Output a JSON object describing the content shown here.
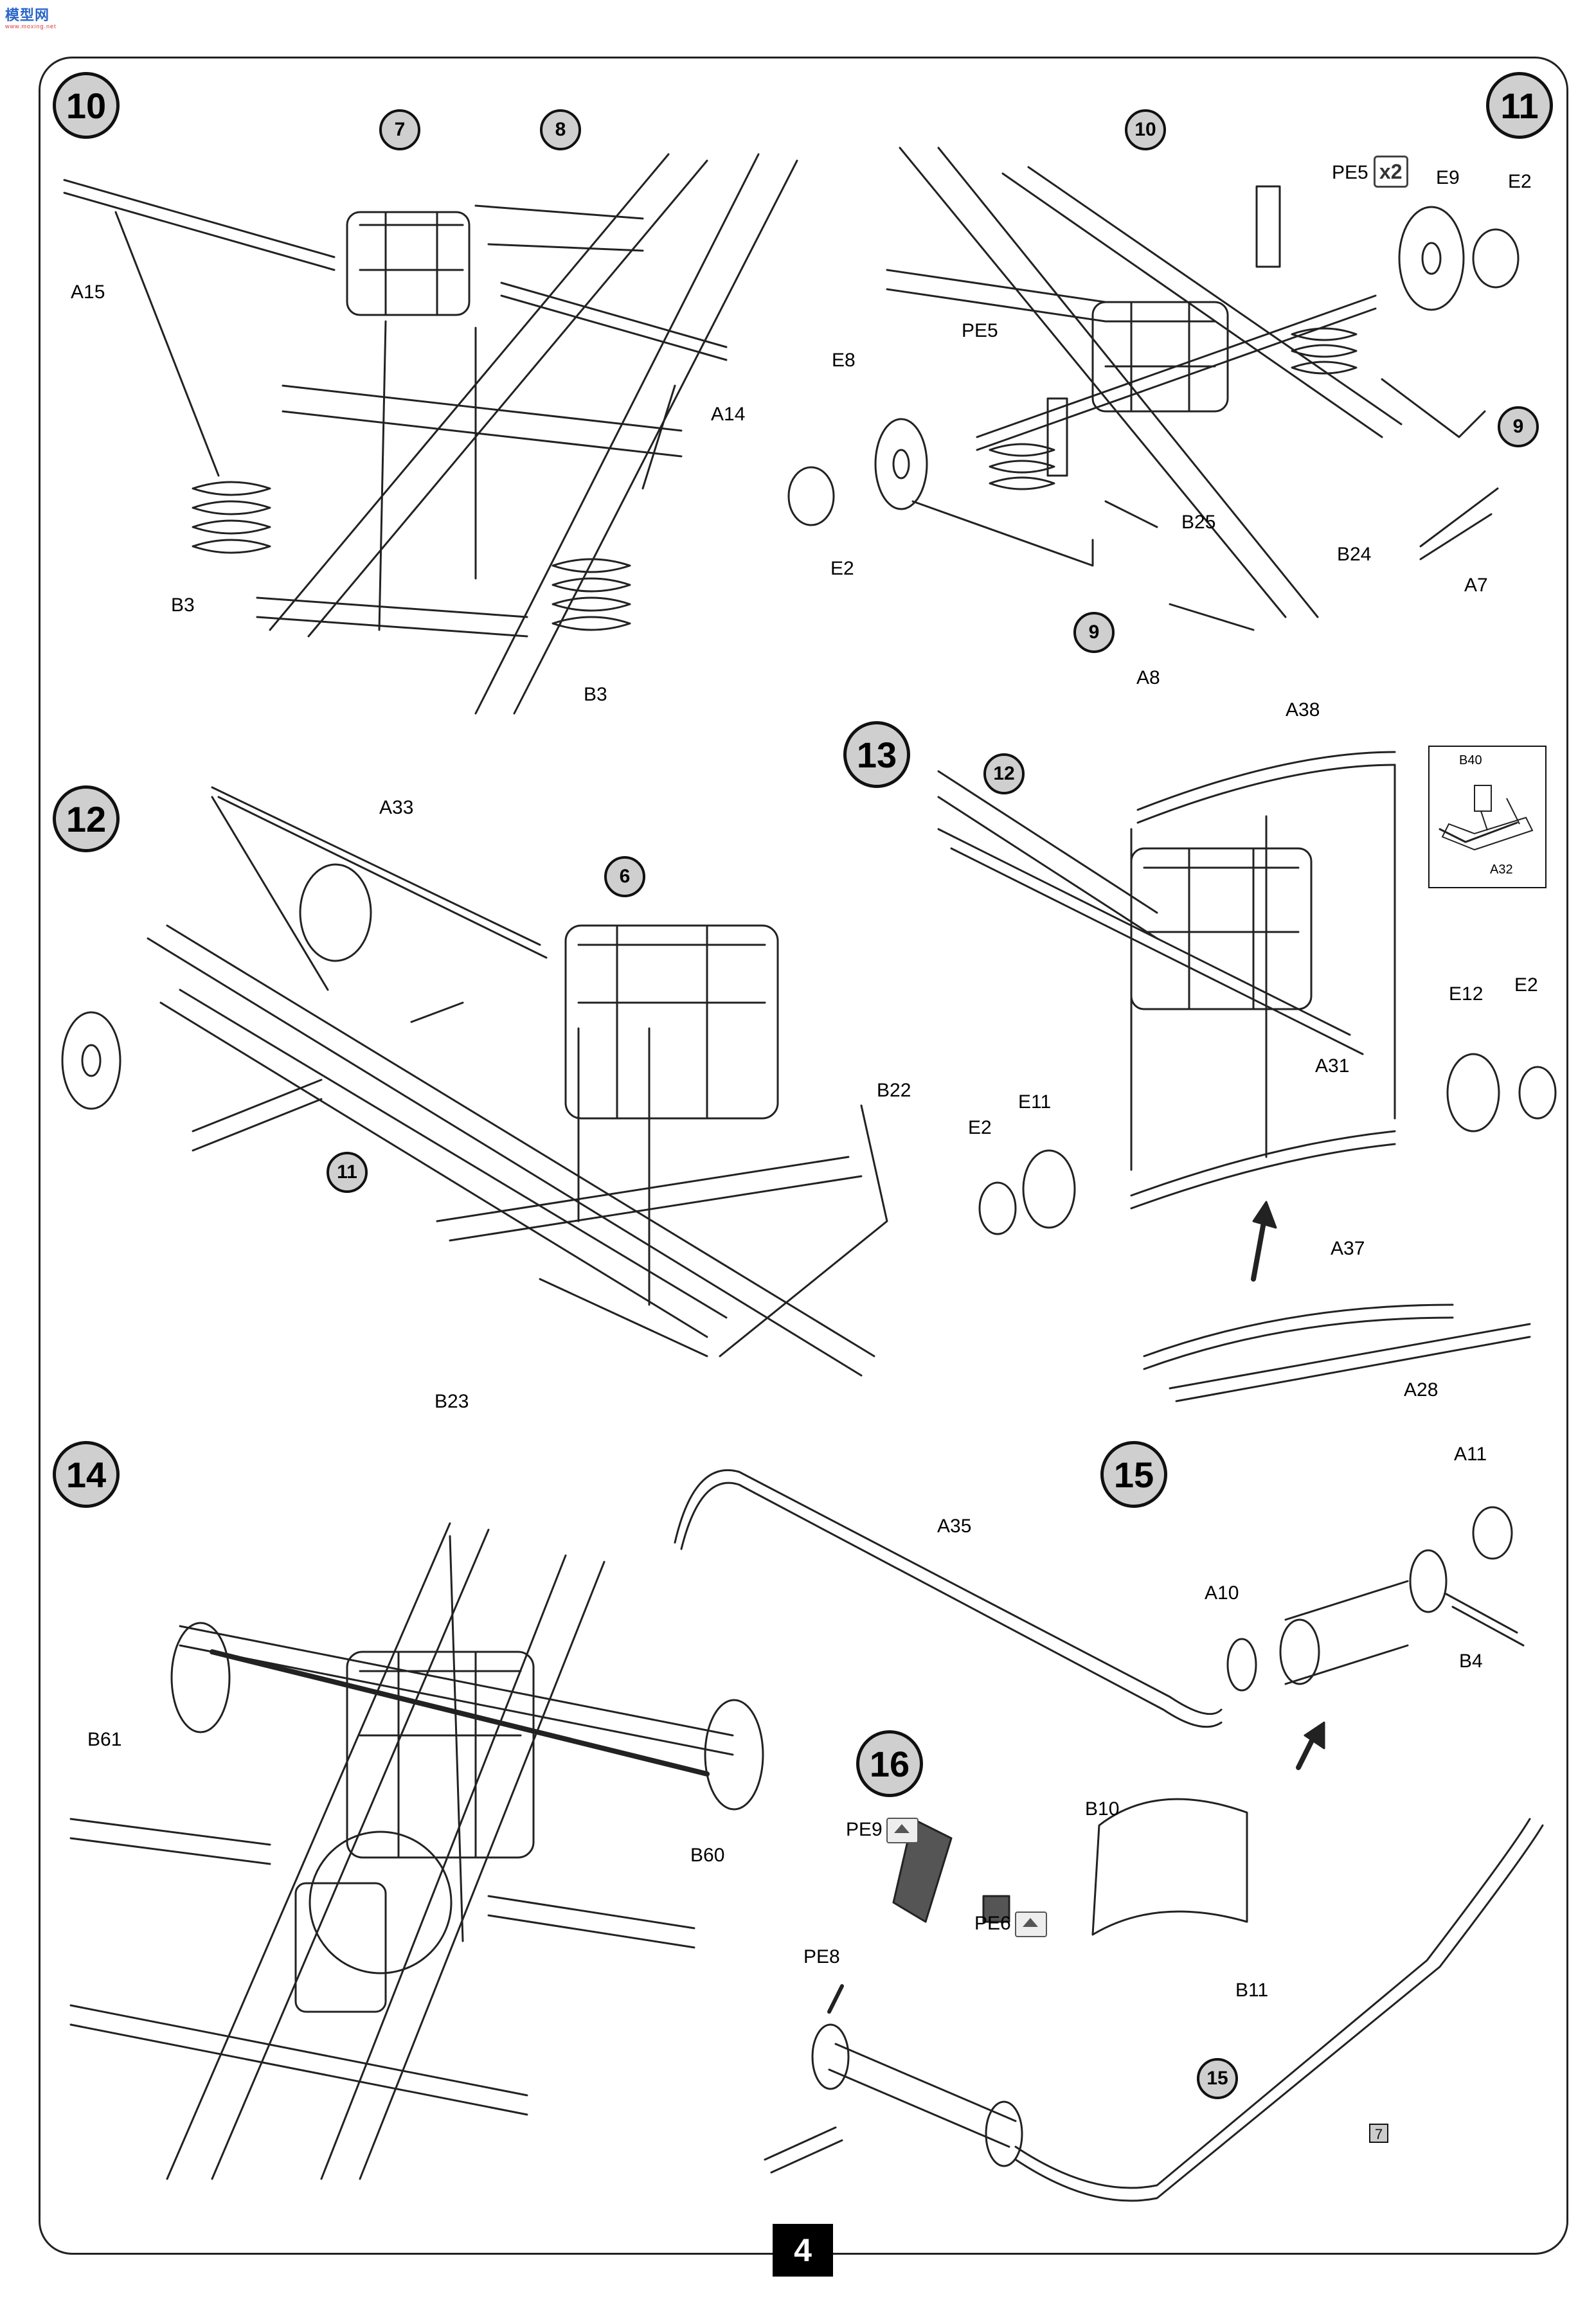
{
  "watermark": {
    "text": "模型网",
    "sub": "www.moxing.net"
  },
  "steps": {
    "s10": "10",
    "s11": "11",
    "s12": "12",
    "s13": "13",
    "s14": "14",
    "s15": "15",
    "s16": "16"
  },
  "refs": {
    "r7": "7",
    "r8": "8",
    "r10": "10",
    "r9a": "9",
    "r9b": "9",
    "r6": "6",
    "r11": "11",
    "r12": "12",
    "r15": "15"
  },
  "labels": {
    "A15": "A15",
    "A14": "A14",
    "B3a": "B3",
    "B3b": "B3",
    "PE5a": "PE5",
    "x2": "x2",
    "E9": "E9",
    "E2a": "E2",
    "E8": "E8",
    "PE5b": "PE5",
    "E2b": "E2",
    "B25": "B25",
    "B24": "B24",
    "A7": "A7",
    "A8": "A8",
    "A33": "A33",
    "B22": "B22",
    "B23": "B23",
    "A38": "A38",
    "B40": "B40",
    "A32": "A32",
    "A31": "A31",
    "E12": "E12",
    "E2c": "E2",
    "E11": "E11",
    "E2d": "E2",
    "A37": "A37",
    "A28": "A28",
    "B61": "B61",
    "B60": "B60",
    "A35": "A35",
    "A11": "A11",
    "A10": "A10",
    "B4": "B4",
    "PE9": "PE9",
    "PE6": "PE6",
    "PE8": "PE8",
    "B10": "B10",
    "B11": "B11",
    "box7": "7"
  },
  "page_number": "4"
}
